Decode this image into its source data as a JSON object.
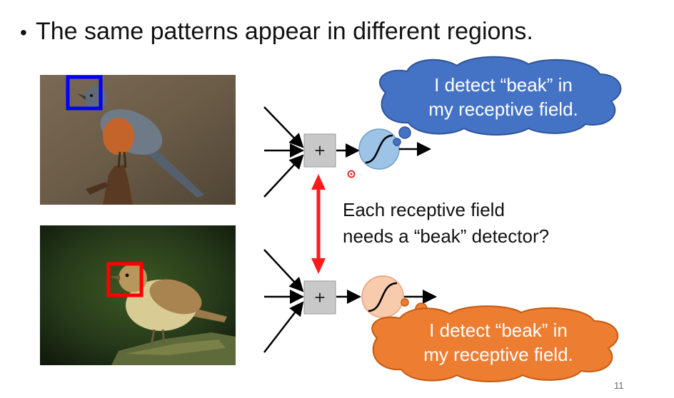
{
  "slide": {
    "bullet": "•",
    "title": "The same patterns appear in different regions.",
    "cloud_top": {
      "line1": "I detect “beak” in",
      "line2": "my receptive field."
    },
    "cloud_bottom": {
      "line1": "I detect “beak” in",
      "line2": "my receptive field."
    },
    "question": {
      "line1": "Each receptive field",
      "line2": "needs a “beak” detector?"
    },
    "sum_symbol": "+",
    "page_number": "11"
  },
  "colors": {
    "cloud_blue": "#4472c4",
    "cloud_orange": "#ed7d31",
    "neuron_blue": "#9dc3e6",
    "neuron_orange": "#f8cbad",
    "arrow_red": "#ff1a1a",
    "box_top_blue": "#0000ff",
    "box_bottom_red": "#ff0000",
    "sum_box": "#c8c8c8"
  }
}
